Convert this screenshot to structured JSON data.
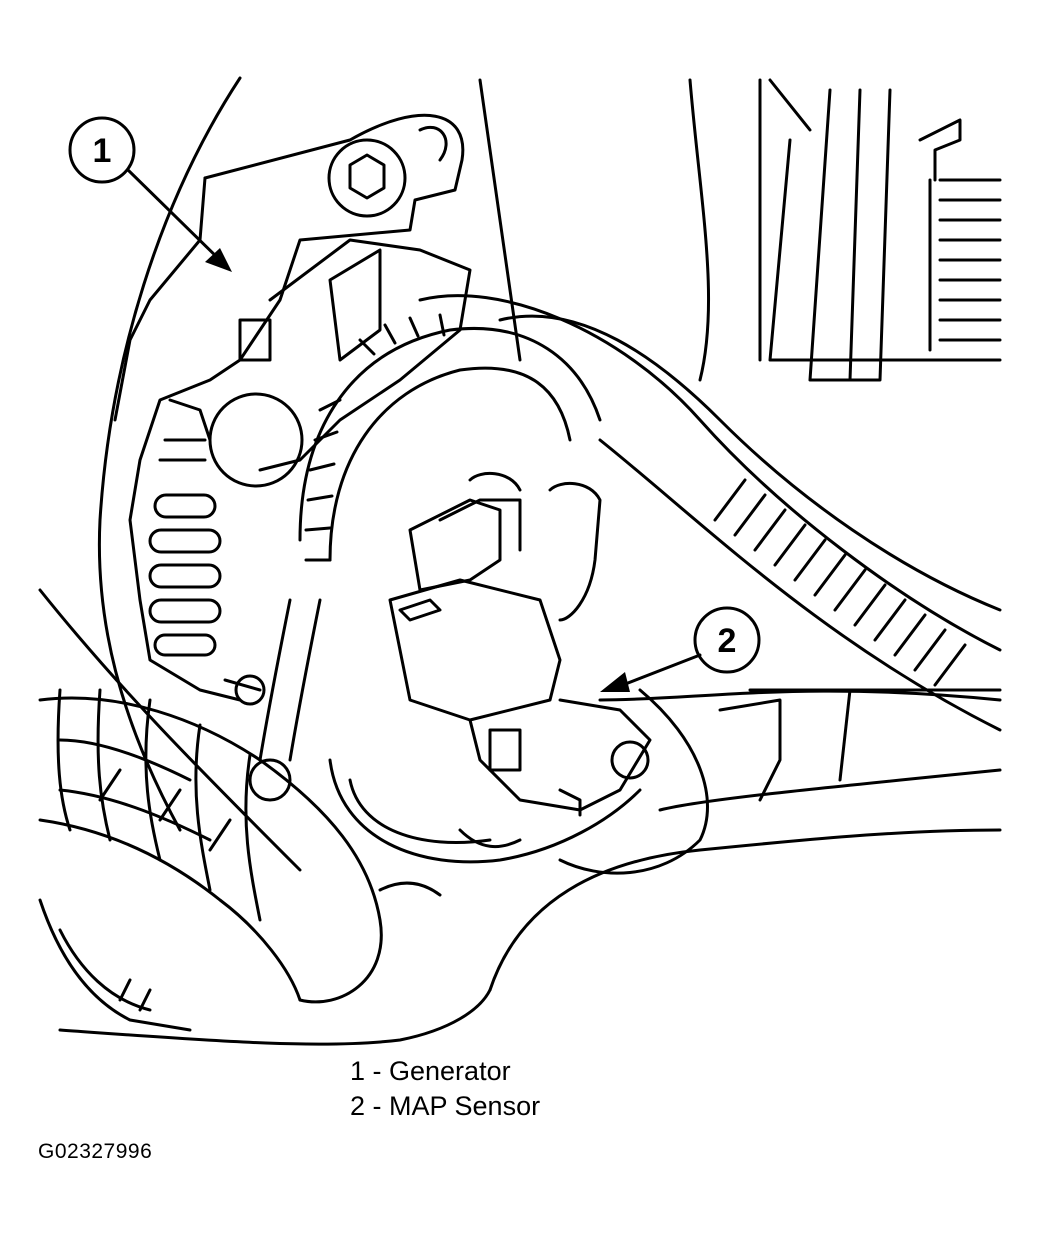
{
  "callouts": [
    {
      "number": "1",
      "target": "Generator"
    },
    {
      "number": "2",
      "target": "MAP Sensor"
    }
  ],
  "legend": {
    "items": [
      "1 - Generator",
      "2 - MAP Sensor"
    ]
  },
  "figure_id": "G02327996"
}
